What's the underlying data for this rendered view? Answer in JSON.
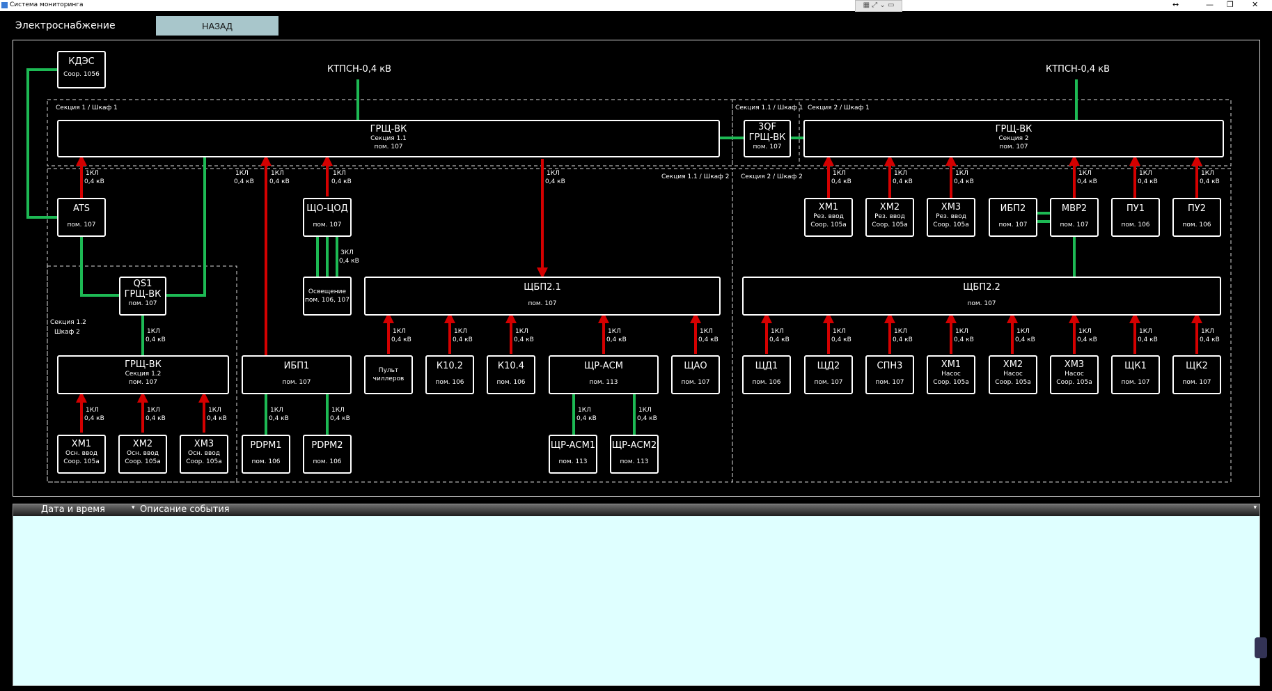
{
  "window": {
    "title": "Система мониторинга",
    "controls": [
      "↔",
      "—",
      "❐",
      "✕"
    ]
  },
  "header": {
    "section_name": "Электроснабжение",
    "back_label": "НАЗАД"
  },
  "colors": {
    "green": "#1db954",
    "red": "#d40000",
    "white": "#ffffff",
    "events_bg": "#dfffff"
  },
  "diagram": {
    "buses": {
      "left": "КТПСН-0,4 кВ",
      "right": "КТПСН-0,4 кВ"
    },
    "sections": {
      "s1": "Секция 1 / Шкаф 1",
      "s11": "Секция 1.1 / Шкаф 1",
      "s2": "Секция 2 / Шкаф 1",
      "s11b": "Секция 1.1 / Шкаф 2",
      "s2b": "Секция 2 / Шкаф 2",
      "s12a": "Секция 1.2",
      "s12b": "Шкаф 2"
    },
    "cable": {
      "k1": "1КЛ",
      "k3": "3КЛ",
      "v": "0,4 кВ"
    },
    "nodes": {
      "kdes": {
        "t": "КДЭС",
        "s1": "Соор. 1056"
      },
      "grsh1": {
        "t": "ГРЩ-ВК",
        "s1": "Секция 1.1",
        "s2": "пом. 107"
      },
      "qf3": {
        "t": "3QF",
        "t2": "ГРЩ-ВК",
        "s1": "пом. 107"
      },
      "grsh2": {
        "t": "ГРЩ-ВК",
        "s1": "Секция 2",
        "s2": "пом. 107"
      },
      "ats": {
        "t": "ATS",
        "s1": "пом. 107"
      },
      "shocod": {
        "t": "ЩО-ЦОД",
        "s1": "пом. 107"
      },
      "osv": {
        "s1": "Освещение",
        "s2": "пом. 106, 107"
      },
      "qs1": {
        "t": "QS1",
        "t2": "ГРЩ-ВК",
        "s1": "пом. 107"
      },
      "grsh12": {
        "t": "ГРЩ-ВК",
        "s1": "Секция 1.2",
        "s2": "пом. 107"
      },
      "shbp21": {
        "t": "ЩБП2.1",
        "s1": "пом. 107"
      },
      "shbp22": {
        "t": "ЩБП2.2",
        "s1": "пом. 107"
      },
      "ibp1": {
        "t": "ИБП1",
        "s1": "пом. 107"
      },
      "hm1a": {
        "t": "ХМ1",
        "s1": "Осн. ввод",
        "s2": "Соор. 105а"
      },
      "hm2a": {
        "t": "ХМ2",
        "s1": "Осн. ввод",
        "s2": "Соор. 105а"
      },
      "hm3a": {
        "t": "ХМ3",
        "s1": "Осн. ввод",
        "s2": "Соор. 105а"
      },
      "pdpm1": {
        "t": "PDPM1",
        "s1": "пом. 106"
      },
      "pdpm2": {
        "t": "PDPM2",
        "s1": "пом. 106"
      },
      "pult": {
        "s1": "Пульт",
        "s2": "чиллеров"
      },
      "k102": {
        "t": "К10.2",
        "s1": "пом. 106"
      },
      "k104": {
        "t": "К10.4",
        "s1": "пом. 106"
      },
      "shrasm": {
        "t": "ЩР-АСМ",
        "s1": "пом. 113"
      },
      "shao": {
        "t": "ЩАО",
        "s1": "пом. 107"
      },
      "shrasm1": {
        "t": "ЩР-АСМ1",
        "s1": "пом. 113"
      },
      "shrasm2": {
        "t": "ЩР-АСМ2",
        "s1": "пом. 113"
      },
      "hm1b": {
        "t": "ХМ1",
        "s1": "Рез. ввод",
        "s2": "Соор. 105а"
      },
      "hm2b": {
        "t": "ХМ2",
        "s1": "Рез. ввод",
        "s2": "Соор. 105а"
      },
      "hm3b": {
        "t": "ХМ3",
        "s1": "Рез. ввод",
        "s2": "Соор. 105а"
      },
      "ibp2": {
        "t": "ИБП2",
        "s1": "пом. 107"
      },
      "mvr2": {
        "t": "МВР2",
        "s1": "пом. 107"
      },
      "pu1": {
        "t": "ПУ1",
        "s1": "пом. 106"
      },
      "pu2": {
        "t": "ПУ2",
        "s1": "пом. 106"
      },
      "shd1": {
        "t": "ЩД1",
        "s1": "пом. 106"
      },
      "shd2": {
        "t": "ЩД2",
        "s1": "пом. 107"
      },
      "spn3": {
        "t": "СПН3",
        "s1": "пом. 107"
      },
      "hm1c": {
        "t": "ХМ1",
        "s1": "Насос",
        "s2": "Соор. 105а"
      },
      "hm2c": {
        "t": "ХМ2",
        "s1": "Насос",
        "s2": "Соор. 105а"
      },
      "hm3c": {
        "t": "ХМ3",
        "s1": "Насос",
        "s2": "Соор. 105а"
      },
      "shk1": {
        "t": "ЩК1",
        "s1": "пом. 107"
      },
      "shk2": {
        "t": "ЩК2",
        "s1": "пом. 107"
      }
    }
  },
  "events": {
    "col_datetime": "Дата и время",
    "col_description": "Описание события"
  }
}
